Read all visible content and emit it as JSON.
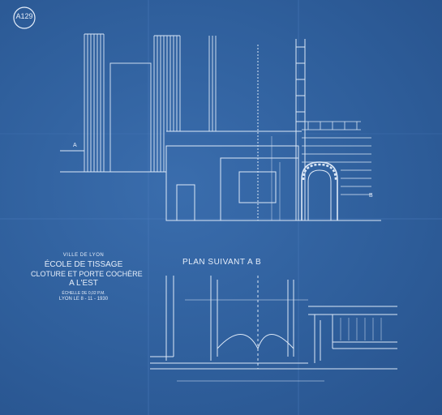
{
  "stamp": "A129",
  "title_block": {
    "city": "VILLE DE LYON",
    "school": "ÉCOLE DE TISSAGE",
    "subject_line1": "CLOTURE ET PORTE COCHÈRE",
    "subject_line2": "A L'EST",
    "scale": "ÉCHELLE DE 0,02 P.M.",
    "place_date": "LYON LE 8 - 11 - 1930"
  },
  "plan_title": "PLAN SUIVANT A B",
  "section_marks": {
    "a": "A",
    "b": "B"
  },
  "colors": {
    "paper": "#2f5f9c",
    "ink": "#dce8f7"
  }
}
